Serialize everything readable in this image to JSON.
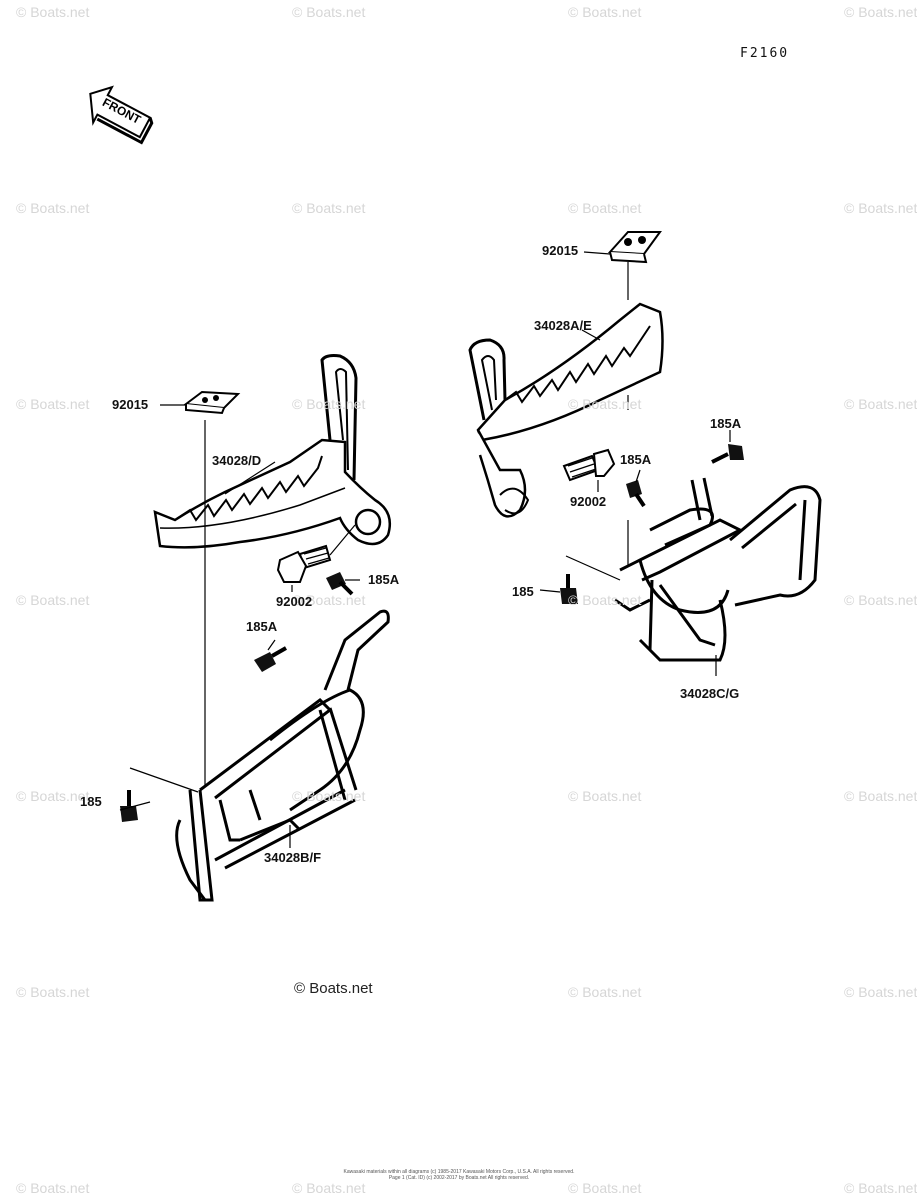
{
  "figure_code": "F2160",
  "front_arrow_label": "FRONT",
  "credit": "© Boats.net",
  "watermark_text": "© Boats.net",
  "footer_lines": [
    "Kawasaki materials within all diagrams (c) 1985-2017 Kawasaki Motors Corp., U.S.A. All rights reserved.",
    "Page 1 (Cat. ID) (c) 2002-2017 by Boats.net All rights reserved."
  ],
  "part_labels": {
    "left_pad": "92015",
    "left_peg": "34028/D",
    "left_bolt": "92002",
    "left_bolt_185a_upper": "185A",
    "left_bolt_185a_lower": "185A",
    "left_bolt_185": "185",
    "left_bracket": "34028B/F",
    "right_pad": "92015",
    "right_peg": "34028A/E",
    "right_bolt": "92002",
    "right_bolt_185a_upper": "185A",
    "right_bolt_185a_lower": "185A",
    "right_bolt_185": "185",
    "right_bracket": "34028C/G"
  }
}
